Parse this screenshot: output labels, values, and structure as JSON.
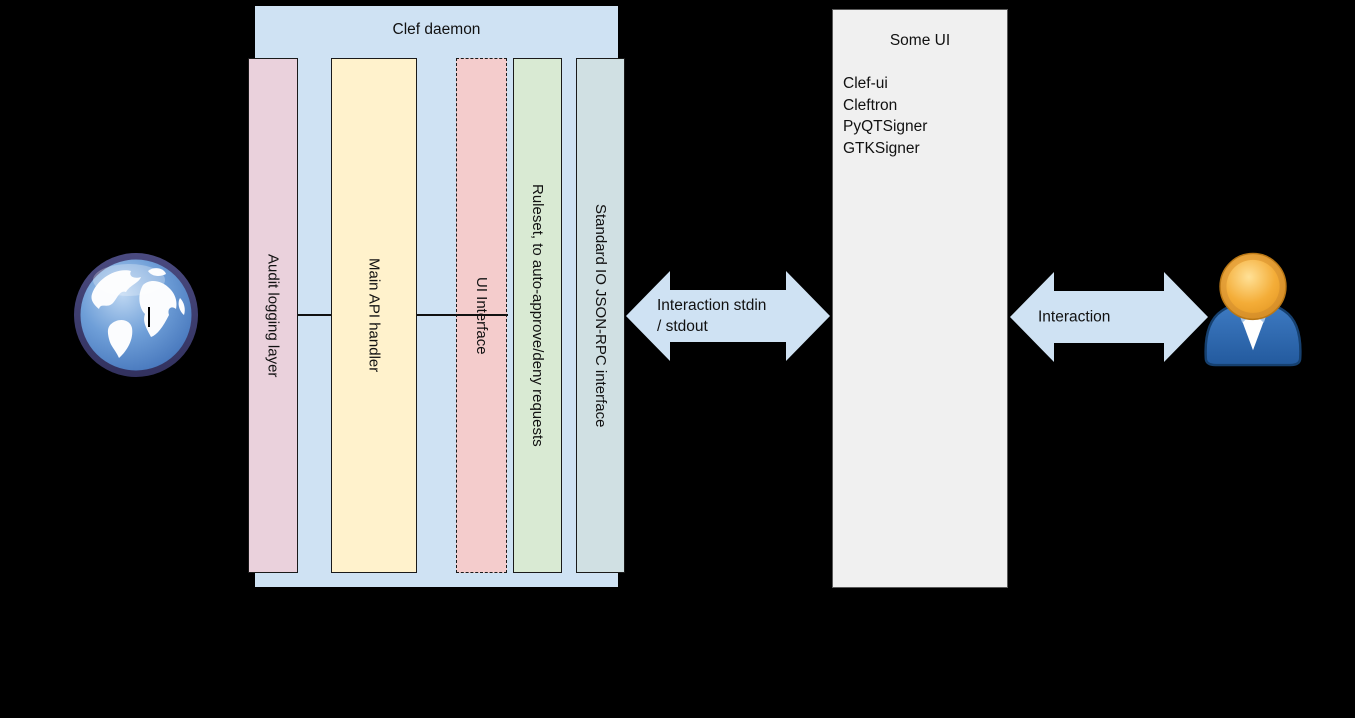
{
  "canvas": {
    "background": "#000000"
  },
  "daemon": {
    "title": "Clef daemon",
    "fill": "#cfe2f3",
    "layers": [
      {
        "label": "Audit logging layer",
        "fill": "#ead1dc",
        "border_style": "solid"
      },
      {
        "label": "Main API handler",
        "fill": "#fff2cc",
        "border_style": "solid"
      },
      {
        "label": "UI Interface",
        "fill": "#f4cccc",
        "border_style": "dashed"
      },
      {
        "label": "Ruleset, to auto-approve/deny requests",
        "fill": "#d9ead3",
        "border_style": "solid"
      },
      {
        "label": "Standard IO JSON-RPC interface",
        "fill": "#d0e0e3",
        "border_style": "solid"
      }
    ]
  },
  "some_ui": {
    "title": "Some UI",
    "fill": "#f0f0f0",
    "items": [
      "Clef-ui",
      "Cleftron",
      "PyQTSigner",
      "GTKSigner"
    ]
  },
  "arrows": [
    {
      "name": "stdio-interaction",
      "fill": "#cfe2f3",
      "lines": [
        "Interaction stdin",
        "/ stdout"
      ]
    },
    {
      "name": "user-interaction",
      "fill": "#cfe2f3",
      "lines": [
        "Interaction"
      ]
    }
  ],
  "icons": {
    "left": "globe-icon",
    "right": "person-icon"
  }
}
